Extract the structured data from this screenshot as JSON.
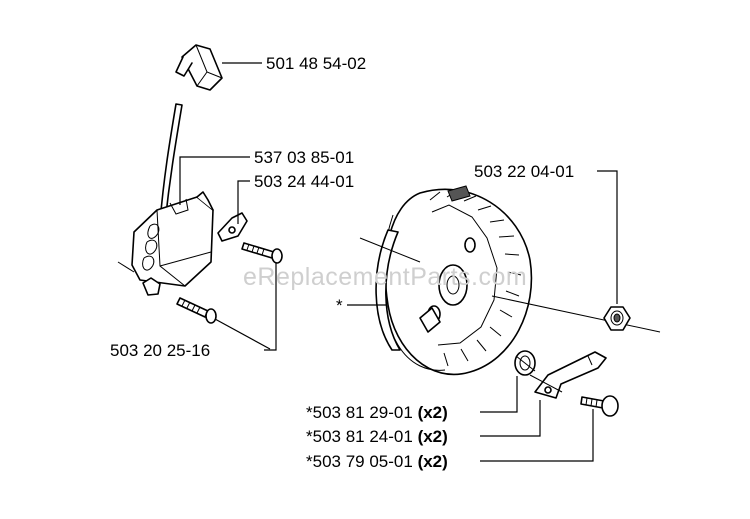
{
  "watermark": "eReplacementParts.com",
  "labels": {
    "spark_plug_cap": "501 48 54-02",
    "ignition_module": "537 03 85-01",
    "ground_clip": "503 24 44-01",
    "module_screws": "503 20 25-16",
    "flywheel_nut": "503 22 04-01",
    "flywheel": "*",
    "spring": "*503 81 29-01",
    "spring_qty": "(x2)",
    "pawl": "*503 81 24-01",
    "pawl_qty": "(x2)",
    "pawl_screw": "*503 79 05-01",
    "pawl_screw_qty": "(x2)"
  }
}
